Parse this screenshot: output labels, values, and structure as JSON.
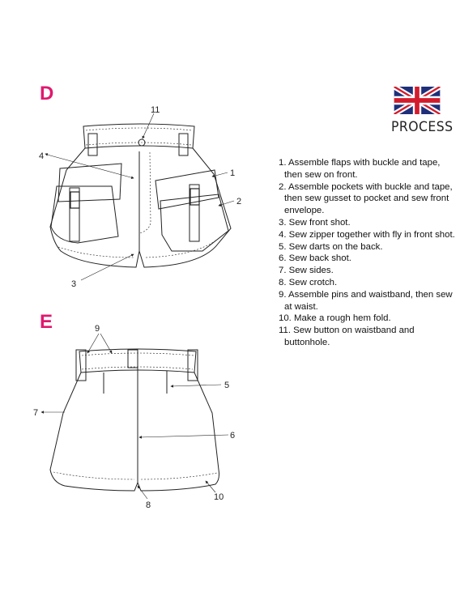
{
  "sections": {
    "front": {
      "letter": "D"
    },
    "back": {
      "letter": "E"
    }
  },
  "header": {
    "title": "PROCESS",
    "flag_icon": "uk-flag-icon"
  },
  "steps": [
    "1. Assemble flaps with buckle and tape, then sew on front.",
    "2. Assemble pockets with buckle and tape, then sew gusset to pocket and sew front envelope.",
    "3. Sew front shot.",
    "4. Sew zipper together with fly in front shot.",
    "5. Sew darts on the back.",
    "6. Sew back shot.",
    "7. Sew sides.",
    "8. Sew crotch.",
    "9. Assemble pins and waistband, then sew at waist.",
    "10. Make a rough hem fold.",
    "11. Sew button on waistband and buttonhole."
  ],
  "callouts": {
    "front": [
      "11",
      "4",
      "1",
      "2",
      "3"
    ],
    "back": [
      "9",
      "5",
      "7",
      "6",
      "8",
      "10"
    ]
  },
  "colors": {
    "accent": "#e0196e",
    "line": "#222222"
  }
}
